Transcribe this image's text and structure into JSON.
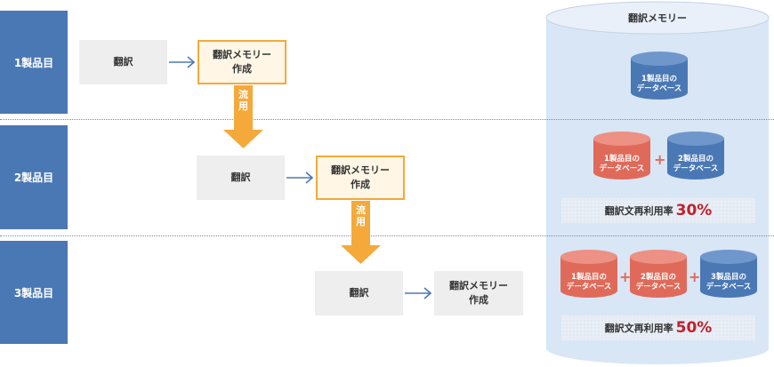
{
  "rows": [
    "1製品目",
    "2製品目",
    "3製品目"
  ],
  "translate_label": "翻訳",
  "memory_line1": "翻訳メモリー",
  "memory_line2": "作成",
  "reuse_label_chars": [
    "流",
    "用"
  ],
  "db_panel_title": "翻訳メモリー",
  "db1_line1": "1製品目の",
  "db2_line1": "2製品目の",
  "db3_line1": "3製品目の",
  "db_line2": "データベース",
  "plus": "+",
  "rate_label": "翻訳文再利用率",
  "rate_row2": "30%",
  "rate_row3": "50%",
  "colors": {
    "side": "#4a78b5",
    "memory_border": "#f4a93a",
    "db_blue": "#4a78b5",
    "db_red": "#e06a5a",
    "rate_pct": "#c0202b",
    "panel": "#d9e6f5"
  }
}
